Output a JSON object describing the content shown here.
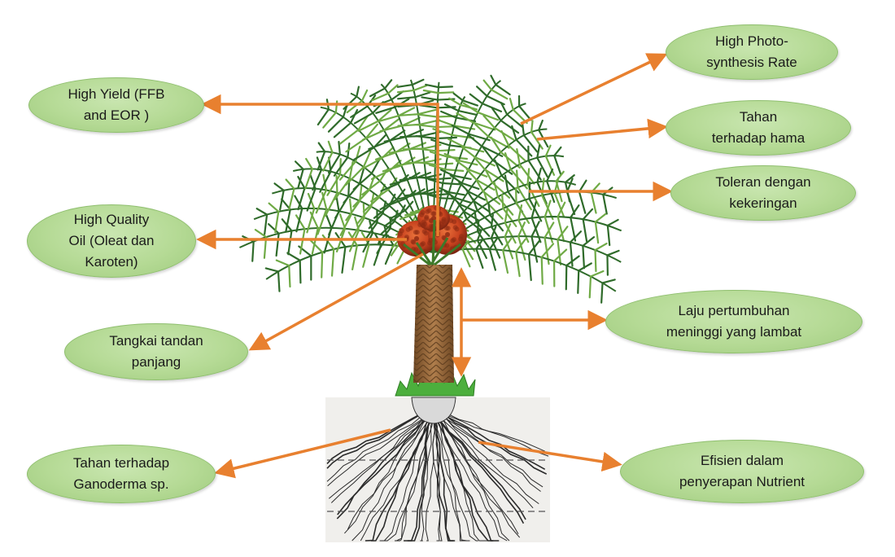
{
  "labels": {
    "high_yield": "High Yield (FFB\nand EOR )",
    "high_quality_oil": "High Quality\nOil (Oleat dan\nKaroten)",
    "tangkai_tandan": "Tangkai tandan\npanjang",
    "tahan_ganoderma": "Tahan terhadap\nGanoderma sp.",
    "high_photosynthesis": "High Photo-\nsynthesis Rate",
    "tahan_hama": "Tahan\nterhadap hama",
    "toleran_kekeringan": "Toleran dengan\nkekeringan",
    "laju_pertumbuhan": "Laju pertumbuhan\nmeninggi yang lambat",
    "efisien_nutrient": "Efisien dalam\npenyerapan Nutrient"
  },
  "colors": {
    "arrow": "#e8802f",
    "bubble_fill": "#b5da95",
    "frond_dark": "#2f6b2a",
    "frond_light": "#6faa45",
    "trunk": "#9a6b3c",
    "fruit": "#c9431f"
  }
}
